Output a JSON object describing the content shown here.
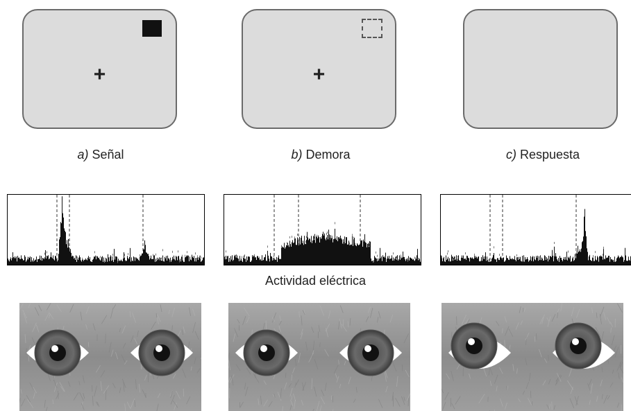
{
  "panels": [
    {
      "caption_letter": "a)",
      "caption_text": " Señal",
      "stimulus": "filled-square",
      "fixation": "+"
    },
    {
      "caption_letter": "b)",
      "caption_text": " Demora",
      "stimulus": "dashed-square",
      "fixation": "+"
    },
    {
      "caption_letter": "c)",
      "caption_text": " Respuesta",
      "stimulus": "none",
      "fixation": ""
    }
  ],
  "middle_label": "Actividad eléctrica",
  "gaze": [
    "center",
    "center",
    "up-left"
  ],
  "colors": {
    "screen_bg": "#dcdcdc",
    "screen_border": "#6a6a6a",
    "spikes": "#111111",
    "fur": "#9a9a9a"
  }
}
